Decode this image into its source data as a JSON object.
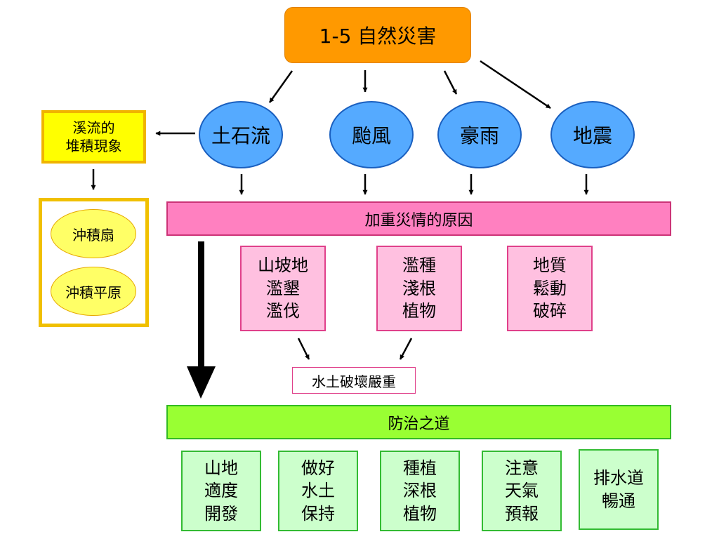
{
  "title": "1-5 自然災害",
  "disasters": [
    "土石流",
    "颱風",
    "豪雨",
    "地震"
  ],
  "deposition": {
    "label": "溪流的\n堆積現象",
    "items": [
      "沖積扇",
      "沖積平原"
    ]
  },
  "causes": {
    "header": "加重災情的原因",
    "items": [
      "山坡地\n濫墾\n濫伐",
      "濫種\n淺根\n植物",
      "地質\n鬆動\n破碎"
    ],
    "result": "水土破壞嚴重"
  },
  "prevention": {
    "header": "防治之道",
    "items": [
      "山地\n適度\n開發",
      "做好\n水土\n保持",
      "種植\n深根\n植物",
      "注意\n天氣\n預報",
      "排水道\n暢通"
    ]
  },
  "colors": {
    "title_fill": "#ff9900",
    "disaster_fill": "#55aaff",
    "deposition_fill": "#ffff00",
    "cause_bar": "#ff80c0",
    "cause_box": "#ffc0e0",
    "prevention_bar": "#99ff33",
    "prevention_box": "#ccffcc"
  }
}
